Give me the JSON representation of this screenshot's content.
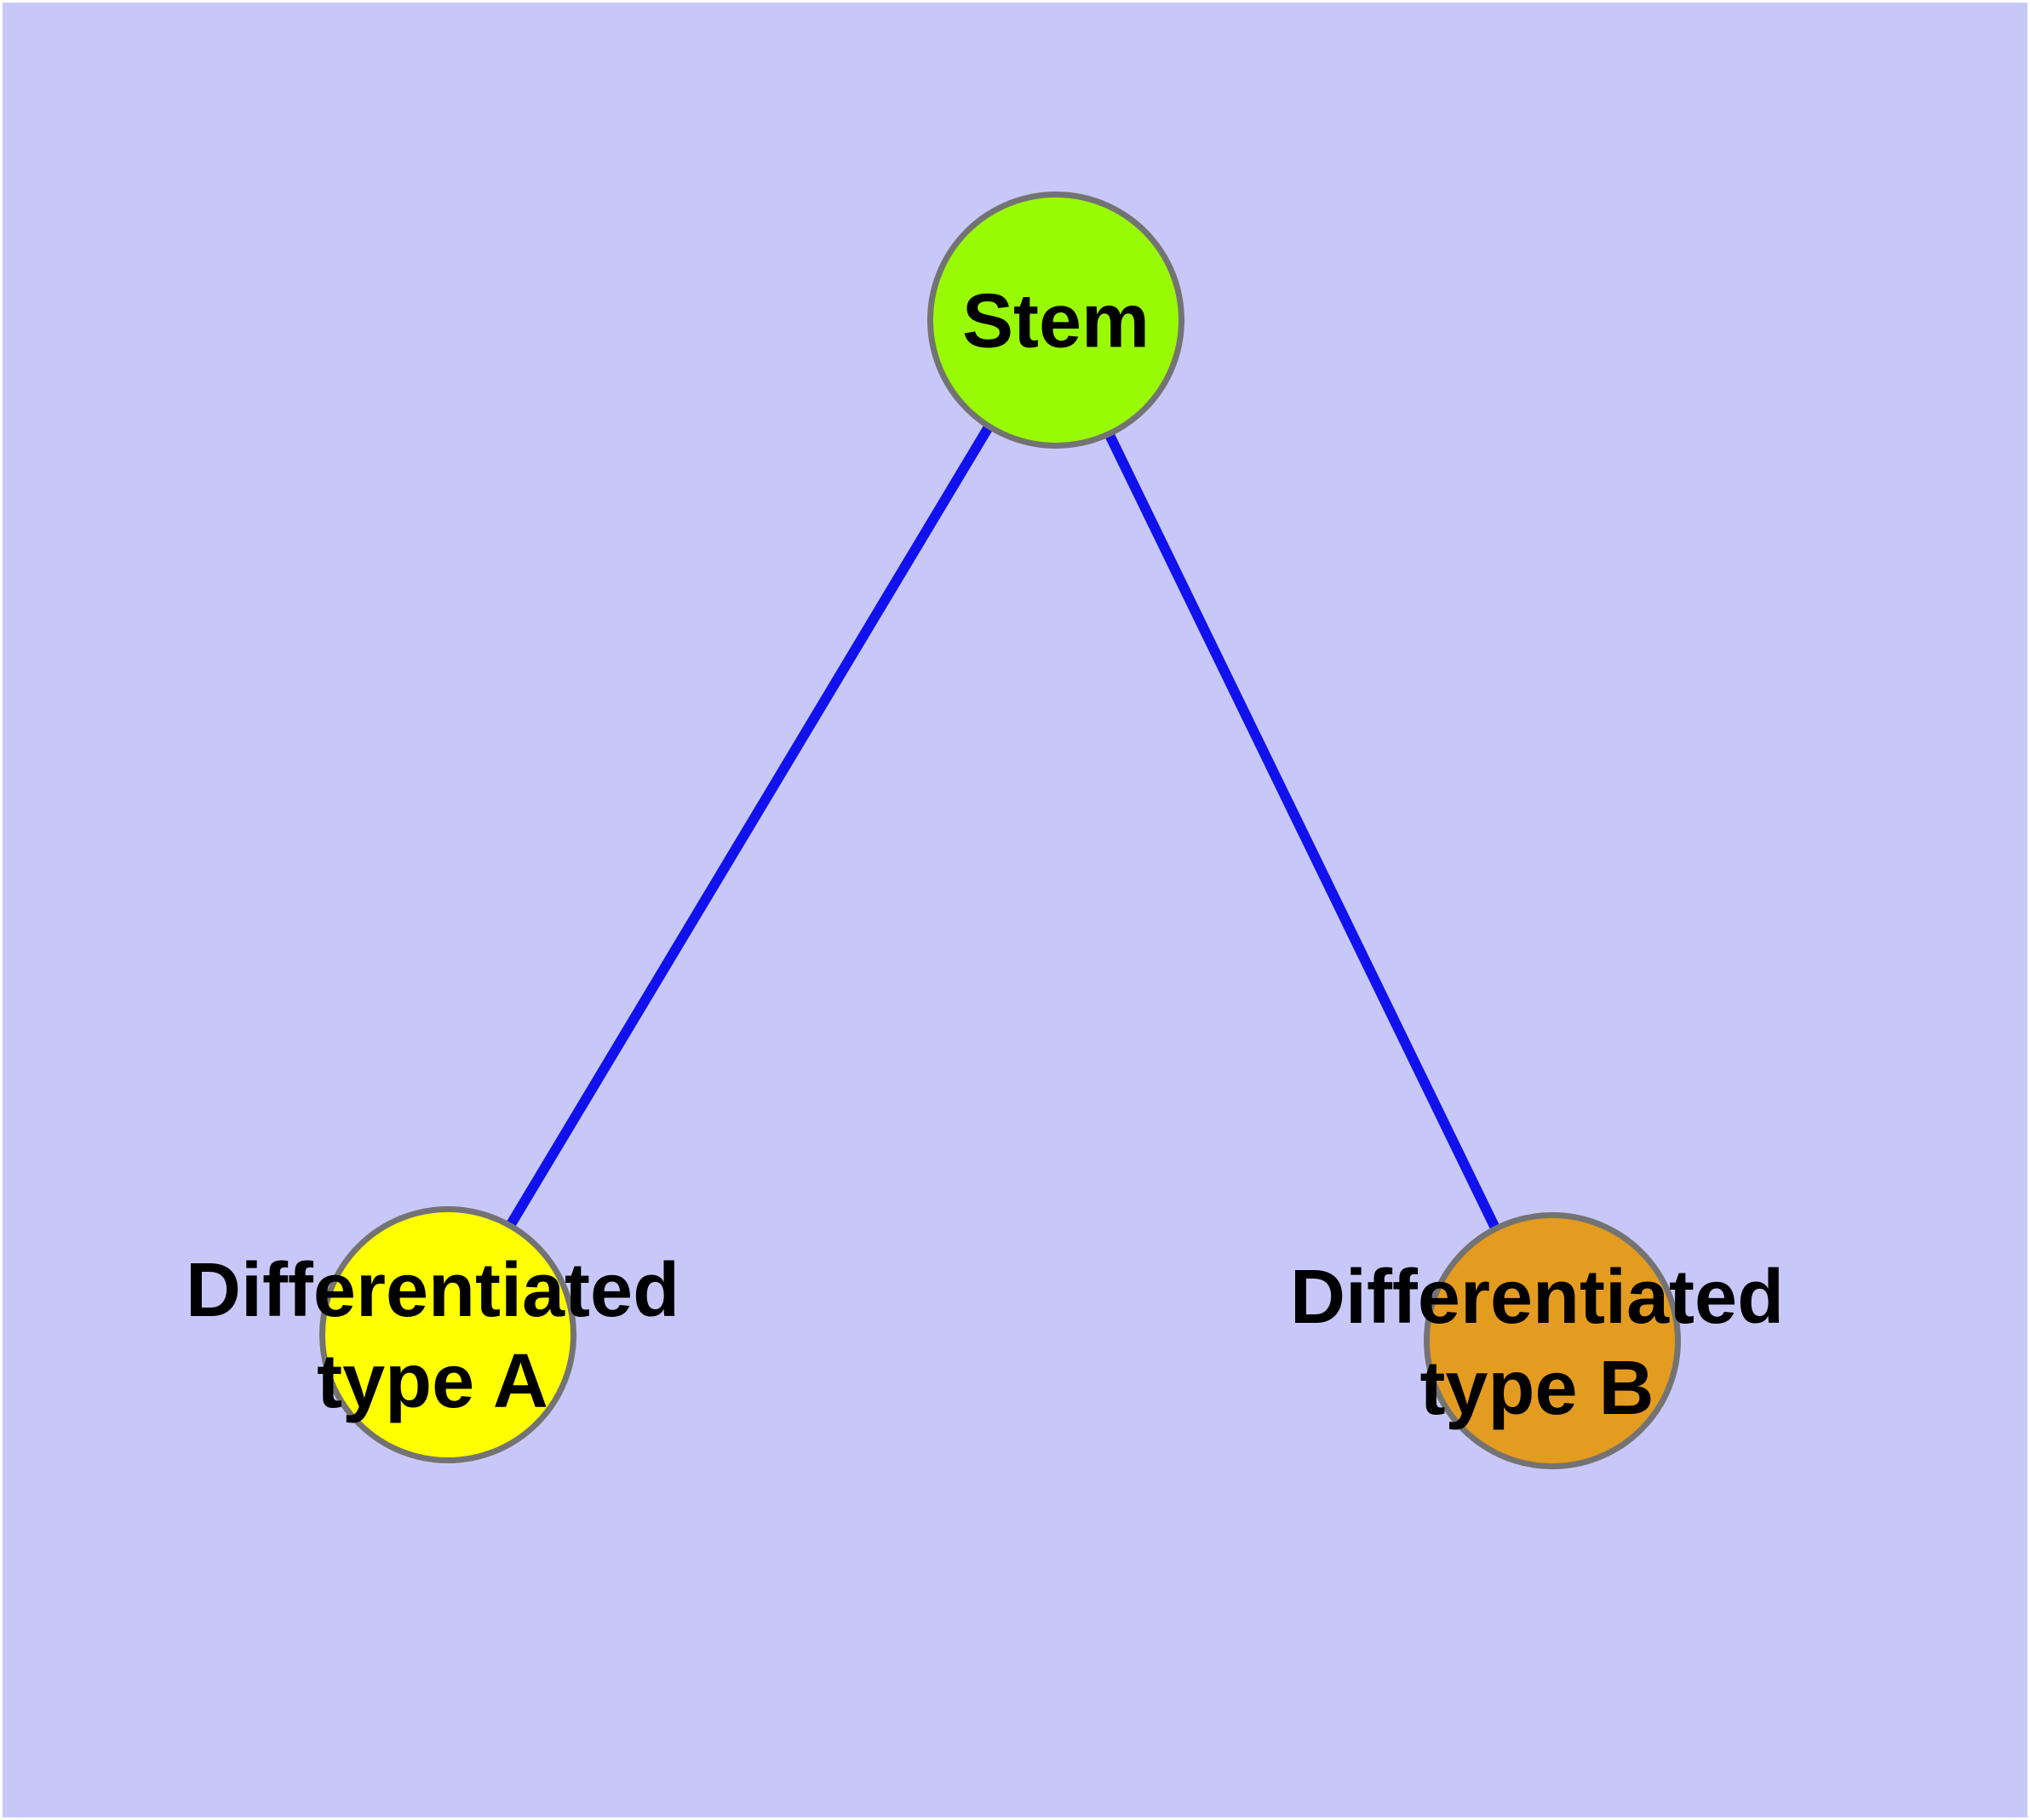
{
  "diagram": {
    "background_color": "#C8C8F8",
    "frame_color": "#FFFFFF",
    "node_border_color": "#737373",
    "label_color": "#000000",
    "nodes": {
      "stem": {
        "label": "Stem",
        "fill": "#99FA05"
      },
      "diff_a": {
        "label_line1": "Differentiated",
        "label_line2": "type A",
        "fill": "#FFFF00"
      },
      "diff_b": {
        "label_line1": "Differentiated",
        "label_line2": "type B",
        "fill": "#E39C20"
      }
    },
    "edges": [
      {
        "from": "Stem",
        "to": "Differentiated type A",
        "color": "#1111EE"
      },
      {
        "from": "Stem",
        "to": "Differentiated type B",
        "color": "#1111EE"
      }
    ]
  }
}
